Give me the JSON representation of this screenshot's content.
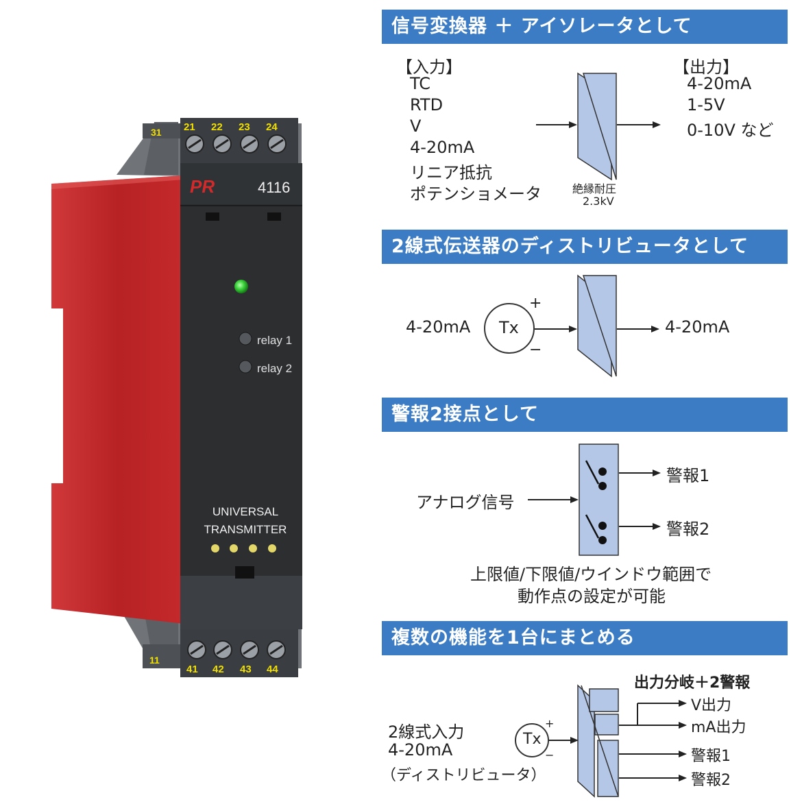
{
  "device": {
    "brand": "PR",
    "model": "4116",
    "relay1": "relay 1",
    "relay2": "relay 2",
    "name_line1": "UNIVERSAL",
    "name_line2": "TRANSMITTER",
    "top_terminals": [
      "21",
      "22",
      "23",
      "24"
    ],
    "top_back_terminal": "31",
    "bottom_terminals": [
      "41",
      "42",
      "43",
      "44"
    ],
    "bottom_back_terminal": "11",
    "colors": {
      "body_red": "#c62a2a",
      "face": "#2c2e30",
      "led_green": "#3cd23c",
      "terminal_label": "#f2e000"
    }
  },
  "sections": [
    {
      "title": "信号変換器 ＋ アイソレータとして",
      "input_header": "【入力】",
      "inputs": [
        "TC",
        "RTD",
        "V",
        "4-20mA",
        "リニア抵抗",
        "ポテンショメータ"
      ],
      "output_header": "【出力】",
      "outputs": [
        "4-20mA",
        "1-5V",
        "0-10V など"
      ],
      "isolation_label": "絶縁耐圧",
      "isolation_value": "2.3kV"
    },
    {
      "title": "2線式伝送器のディストリビュータとして",
      "input": "4-20mA",
      "transmitter": "Tx",
      "plus": "+",
      "minus": "−",
      "output": "4-20mA"
    },
    {
      "title": "警報2接点として",
      "input": "アナログ信号",
      "alarm1": "警報1",
      "alarm2": "警報2",
      "note_line1": "上限値/下限値/ウインドウ範囲で",
      "note_line2": "動作点の設定が可能"
    },
    {
      "title": "複数の機能を1台にまとめる",
      "output_title": "出力分岐＋2警報",
      "input_line1": "2線式入力",
      "input_line2": "4-20mA",
      "input_line3": "（ディストリビュータ）",
      "transmitter": "Tx",
      "plus": "+",
      "minus": "−",
      "out_v": "V出力",
      "out_ma": "mA出力",
      "alarm1": "警報1",
      "alarm2": "警報2"
    }
  ],
  "colors": {
    "header_blue": "#3b7cc4",
    "isolator_fill": "#b4c7e7"
  }
}
